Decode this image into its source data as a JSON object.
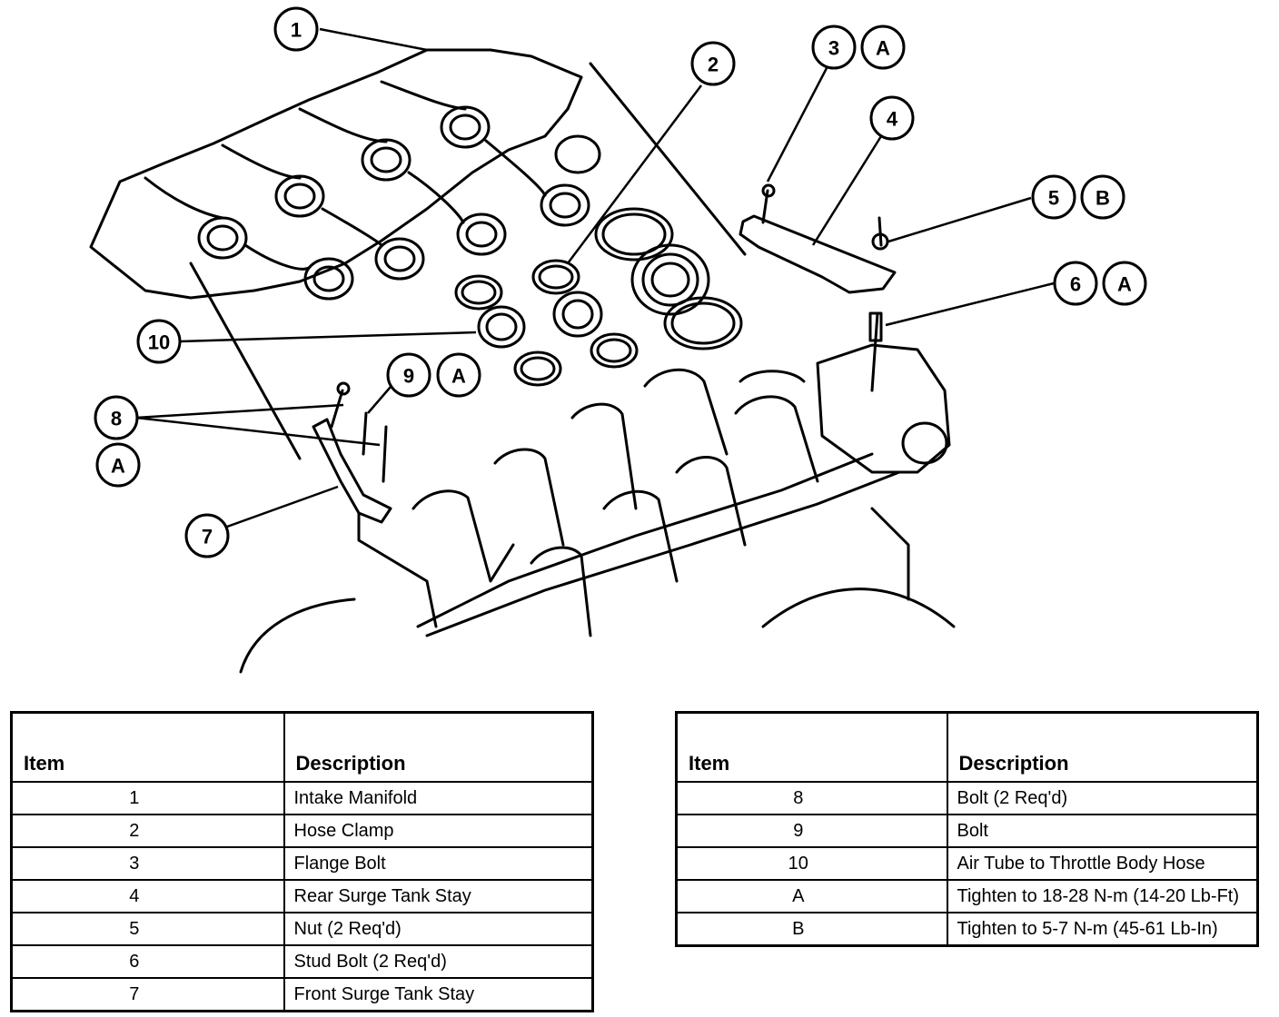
{
  "callouts": {
    "c1": "1",
    "c2": "2",
    "c3": "3",
    "c3a": "A",
    "c4": "4",
    "c5": "5",
    "c5b": "B",
    "c6": "6",
    "c6a": "A",
    "c7": "7",
    "c8": "8",
    "c8a": "A",
    "c9": "9",
    "c9a": "A",
    "c10": "10"
  },
  "legend_left": {
    "header_item": "Item",
    "header_desc": "Description",
    "rows": [
      {
        "item": "1",
        "desc": "Intake Manifold"
      },
      {
        "item": "2",
        "desc": "Hose Clamp"
      },
      {
        "item": "3",
        "desc": "Flange Bolt"
      },
      {
        "item": "4",
        "desc": "Rear Surge Tank Stay"
      },
      {
        "item": "5",
        "desc": "Nut (2 Req'd)"
      },
      {
        "item": "6",
        "desc": "Stud Bolt (2 Req'd)"
      },
      {
        "item": "7",
        "desc": "Front Surge Tank Stay"
      }
    ]
  },
  "legend_right": {
    "header_item": "Item",
    "header_desc": "Description",
    "rows": [
      {
        "item": "8",
        "desc": "Bolt (2 Req'd)"
      },
      {
        "item": "9",
        "desc": "Bolt"
      },
      {
        "item": "10",
        "desc": "Air Tube to Throttle Body Hose"
      },
      {
        "item": "A",
        "desc": "Tighten to 18-28 N-m (14-20 Lb-Ft)"
      },
      {
        "item": "B",
        "desc": "Tighten to 5-7 N-m (45-61 Lb-In)"
      }
    ]
  }
}
